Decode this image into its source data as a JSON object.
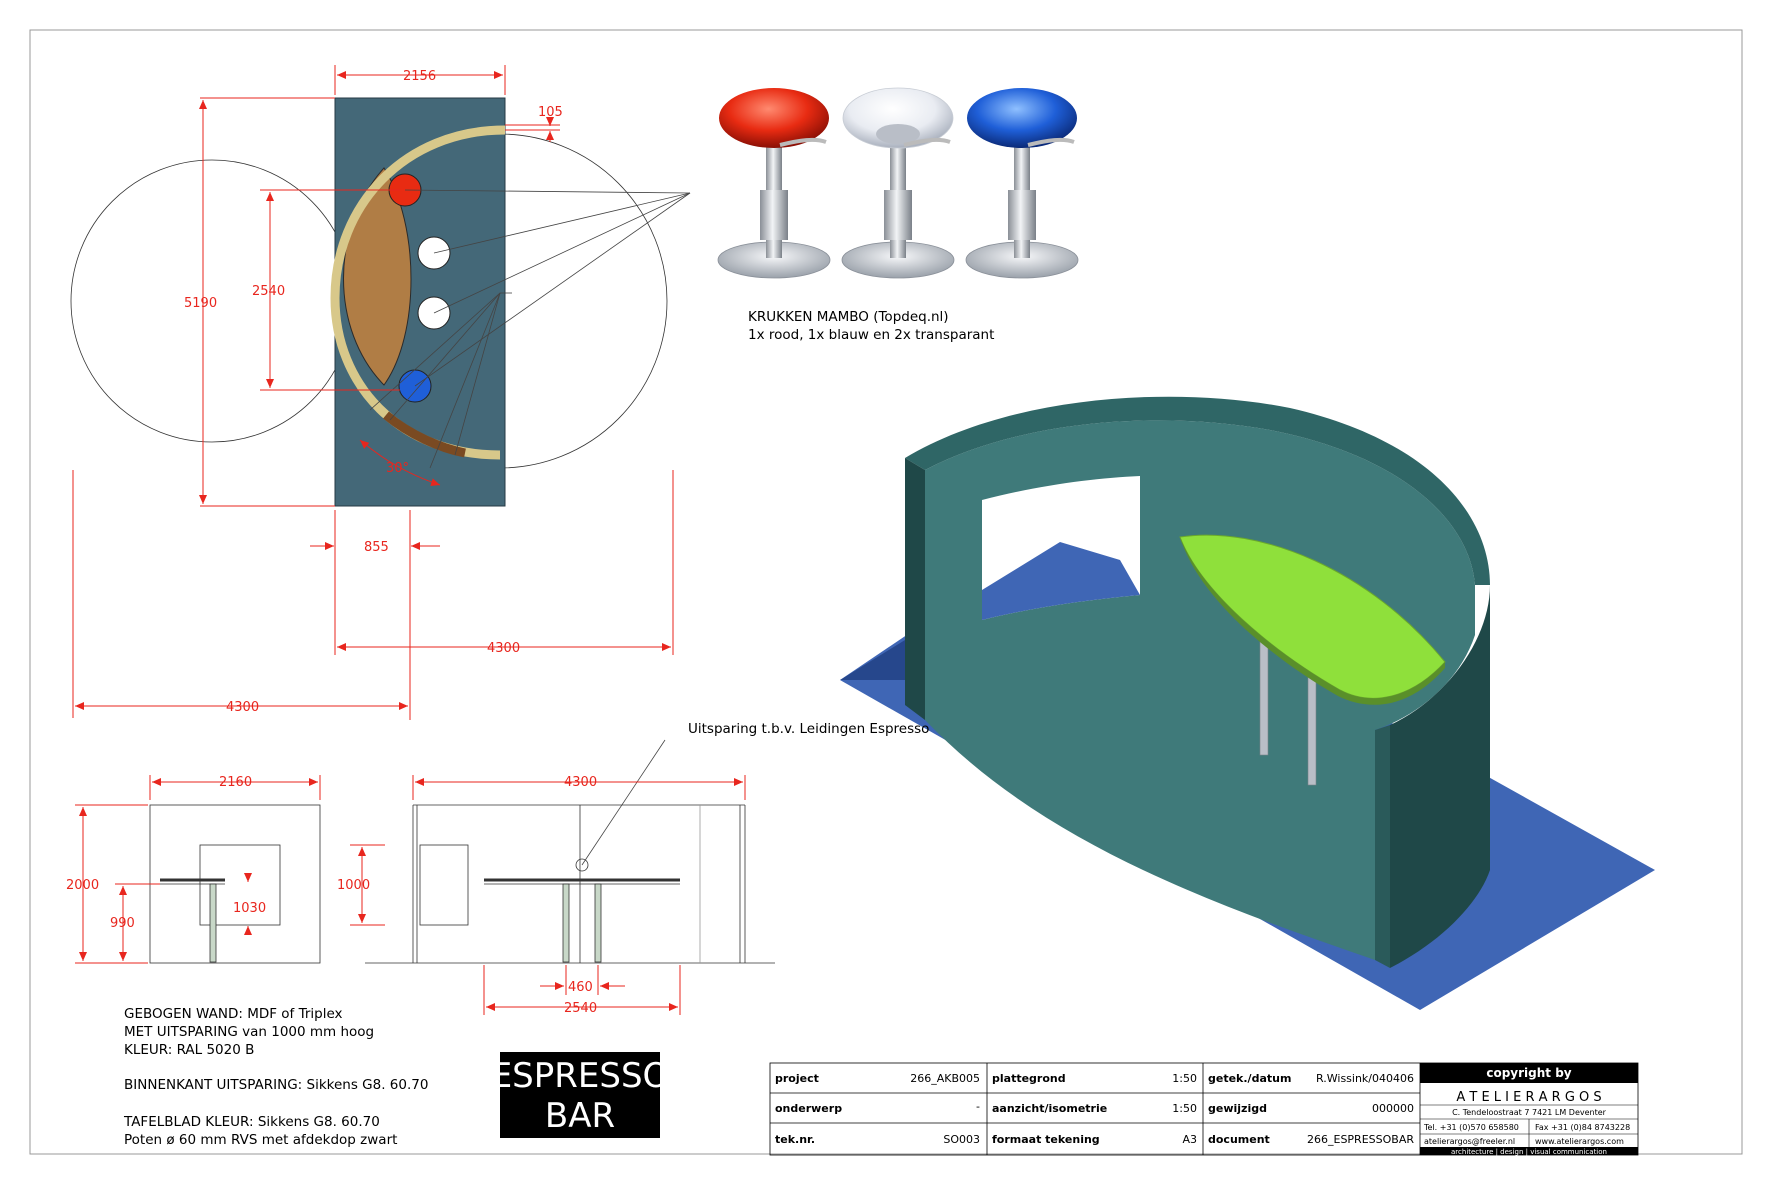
{
  "colors": {
    "dimension_red": "#e8261e",
    "plan_panel": "#446878",
    "wall_green": "#2f6666",
    "floor_blue": "#3f66b5",
    "table_green": "#8fe03b",
    "table_brown": "#b07d45",
    "wall_gold": "#d8c88a",
    "stool_red": "#e82b12",
    "stool_blue": "#1f5fd8"
  },
  "plan": {
    "dims": {
      "width_top": "2156",
      "offset_top": "105",
      "height_total": "5190",
      "height_opening": "2540",
      "angle": "30°",
      "width_bottom": "855",
      "radius_right": "4300",
      "radius_left": "4300"
    }
  },
  "stools": {
    "title": "KRUKKEN MAMBO (Topdeq.nl)",
    "subtitle": "1x rood, 1x blauw en 2x transparant",
    "icons": [
      "stool-red-icon",
      "stool-transparent-icon",
      "stool-blue-icon"
    ]
  },
  "annotation": {
    "uitsparing": "Uitsparing t.b.v. Leidingen Espresso"
  },
  "side_view": {
    "dims": {
      "width": "2160",
      "height": "2000",
      "table_height": "990",
      "opening_low": "1030"
    }
  },
  "front_view": {
    "dims": {
      "width": "4300",
      "opening_height": "1000",
      "leg_spacing": "460",
      "table_length": "2540"
    }
  },
  "notes": {
    "line1": "GEBOGEN WAND: MDF of Triplex",
    "line2": "MET UITSPARING van 1000 mm hoog",
    "line3": "KLEUR: RAL 5020  B",
    "line4": "BINNENKANT UITSPARING: Sikkens G8. 60.70",
    "line5": "TAFELBLAD KLEUR: Sikkens G8. 60.70",
    "line6": "Poten ø 60 mm RVS met afdekdop zwart"
  },
  "title_box": {
    "line1": "ESPRESSO",
    "line2": "BAR"
  },
  "title_block": {
    "project_label": "project",
    "project_value": "266_AKB005",
    "onderwerp_label": "onderwerp",
    "onderwerp_value": "-",
    "teknr_label": "tek.nr.",
    "teknr_value": "SO003",
    "plattegrond_label": "plattegrond",
    "plattegrond_value": "1:50",
    "aanzicht_label": "aanzicht/isometrie",
    "aanzicht_value": "1:50",
    "formaat_label": "formaat tekening",
    "formaat_value": "A3",
    "getekend_label": "getek./datum",
    "getekend_value": "R.Wissink/040406",
    "gewijzigd_label": "gewijzigd",
    "gewijzigd_value": "000000",
    "document_label": "document",
    "document_value": "266_ESPRESSOBAR"
  },
  "company": {
    "copyright": "copyright by",
    "name": "A T E L I E R  A R G O S",
    "address": "C. Tendeloostraat 7  7421 LM  Deventer",
    "tel": "Tel. +31 (0)570 658580",
    "fax": "Fax +31 (0)84 8743228",
    "email": "atelierargos@freeler.nl",
    "web": "www.atelierargos.com",
    "tagline": "architecture  |  design  |  visual communication"
  }
}
